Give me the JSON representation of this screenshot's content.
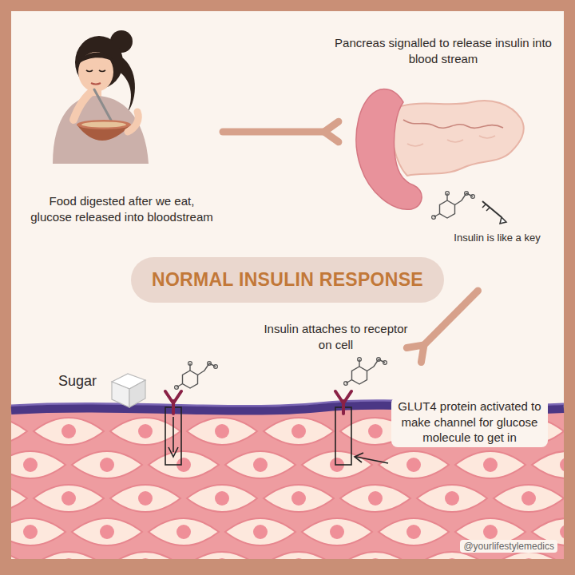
{
  "diagram": {
    "title": "NORMAL INSULIN RESPONSE",
    "nodes": [
      {
        "text": [
          "Food digested after we eat, glucose released into bloodstream"
        ]
      },
      {
        "text": [
          "Pancreas signalled to release insulin into blood stream"
        ]
      },
      {
        "text": [
          "Insulin attaches to receptor on cell"
        ]
      }
    ],
    "edges": [
      {
        "from": 0,
        "to": 1,
        "arrow": "to"
      },
      {
        "from": 1,
        "to": 2,
        "arrow": "to"
      }
    ],
    "labels": [
      "Insulin is like a key",
      "Sugar",
      "GLUT4 protein activated to make channel for glucose molecule to get in",
      "@yourlifestylemedics"
    ]
  }
}
